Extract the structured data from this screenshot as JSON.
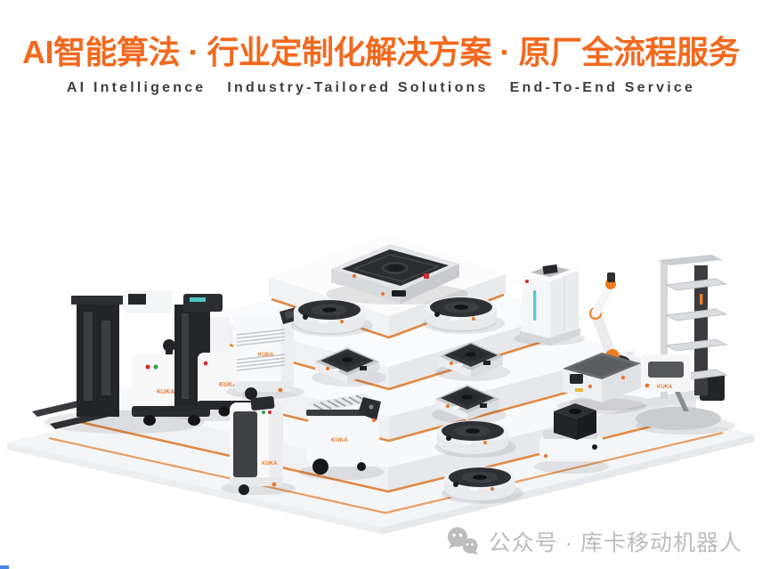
{
  "header": {
    "title": "AI智能算法 · 行业定制化解决方案 · 原厂全流程服务",
    "title_color": "#F2691E",
    "subtitle_segments": [
      "AI Intelligence",
      "Industry-Tailored Solutions",
      "End-To-End Service"
    ],
    "subtitle_color": "#3E3E40"
  },
  "scene": {
    "brand_label": "KUKA",
    "accent_color": "#E8782E",
    "platform_edge_color": "#E07F33",
    "body_white": "#F7F8F9",
    "body_dark": "#2A2B2E",
    "robot_names": [
      "forklift-agv",
      "reach-forklift-agv",
      "wire-rack-shelf-robot",
      "disc-amr",
      "flat-platform-agv",
      "disc-amr",
      "storage-cabinet-robot",
      "square-amr",
      "square-amr",
      "mobile-arm-robot",
      "tall-rack-lift-robot",
      "tower-delivery-robot",
      "conveyor-amr",
      "square-amr",
      "box-agv",
      "cube-carrier-amr",
      "disc-amr",
      "disc-amr"
    ]
  },
  "watermark": {
    "icon": "wechat-icon",
    "text": "公众号 · 库卡移动机器人",
    "color": "#BDBDBD"
  },
  "misc": {
    "corner_sliver_color": "#4A86E8"
  }
}
